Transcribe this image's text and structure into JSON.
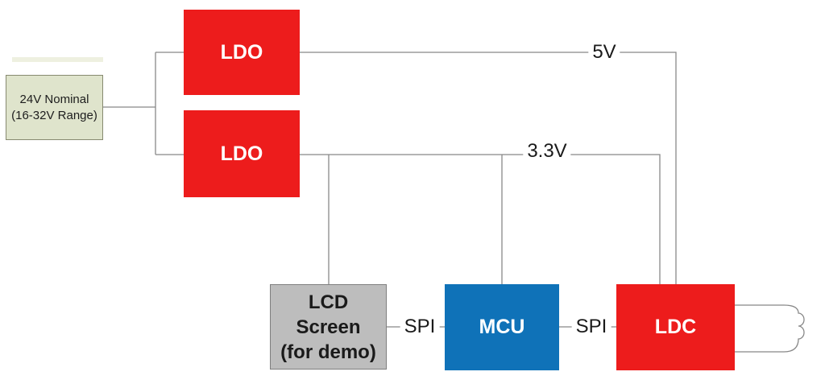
{
  "diagram": {
    "type": "block-diagram",
    "subject": "Inductive sensing demo power and signal chain",
    "blocks": {
      "input_supply": {
        "lines": [
          "24V Nominal",
          "(16-32V Range)"
        ],
        "fill": "#dfe4cc",
        "border": "#878a70",
        "text_color": "#1d1d1d"
      },
      "ldo_top": {
        "label": "LDO",
        "fill": "#ed1c1c",
        "text_color": "#ffffff"
      },
      "ldo_bottom": {
        "label": "LDO",
        "fill": "#ed1c1c",
        "text_color": "#ffffff"
      },
      "lcd_screen": {
        "lines": [
          "LCD",
          "Screen",
          "(for demo)"
        ],
        "fill": "#bdbdbd",
        "border": "#7f7f7f",
        "text_color": "#1a1a1a"
      },
      "mcu": {
        "label": "MCU",
        "fill": "#0f72b8",
        "text_color": "#ffffff"
      },
      "ldc": {
        "label": "LDC",
        "fill": "#ed1c1c",
        "text_color": "#ffffff"
      }
    },
    "net_labels": {
      "rail_5v": "5V",
      "rail_3v3": "3.3V",
      "spi_lcd_mcu": "SPI",
      "spi_mcu_ldc": "SPI"
    },
    "icons": {
      "inductor_coil": "inductor-coil-icon"
    },
    "wire_color": "#888888",
    "connections": [
      "input_supply -> ldo_top",
      "input_supply -> ldo_bottom",
      "ldo_top -> ldc (5V)",
      "ldo_bottom -> ldc (3.3V)",
      "ldo_bottom -> lcd_screen",
      "ldo_bottom -> mcu",
      "lcd_screen <-> mcu (SPI)",
      "mcu <-> ldc (SPI)",
      "ldc -> inductor_coil"
    ]
  }
}
